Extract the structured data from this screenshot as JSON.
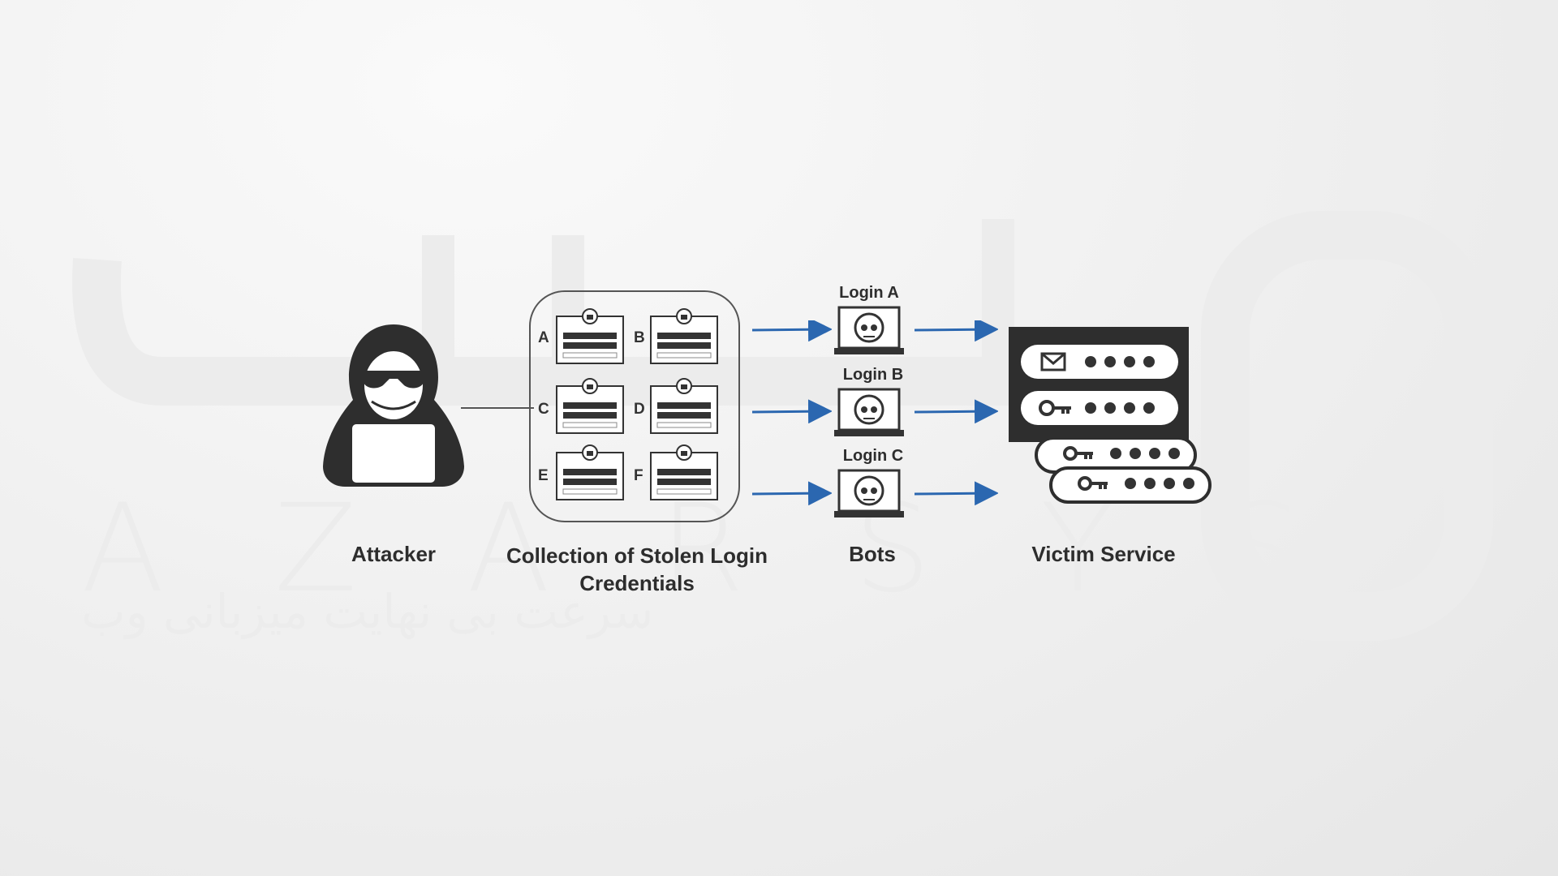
{
  "watermark": {
    "latin": "AZARSYS",
    "persian": "سرعت بی نهایت میزبانی وب"
  },
  "labels": {
    "attacker": "Attacker",
    "collection": "Collection of Stolen Login Credentials",
    "bots": "Bots",
    "victim": "Victim Service"
  },
  "credentials": [
    "A",
    "B",
    "C",
    "D",
    "E",
    "F"
  ],
  "bots": [
    {
      "label": "Login A"
    },
    {
      "label": "Login B"
    },
    {
      "label": "Login C"
    }
  ],
  "colors": {
    "arrow": "#2b67b0",
    "dark": "#2e2e2e",
    "text": "#2d2d2d"
  },
  "icons": {
    "attacker": "hooded-hacker-icon",
    "credential": "locked-login-card-icon",
    "bot": "robot-laptop-icon",
    "email": "envelope-icon",
    "key": "key-icon"
  }
}
